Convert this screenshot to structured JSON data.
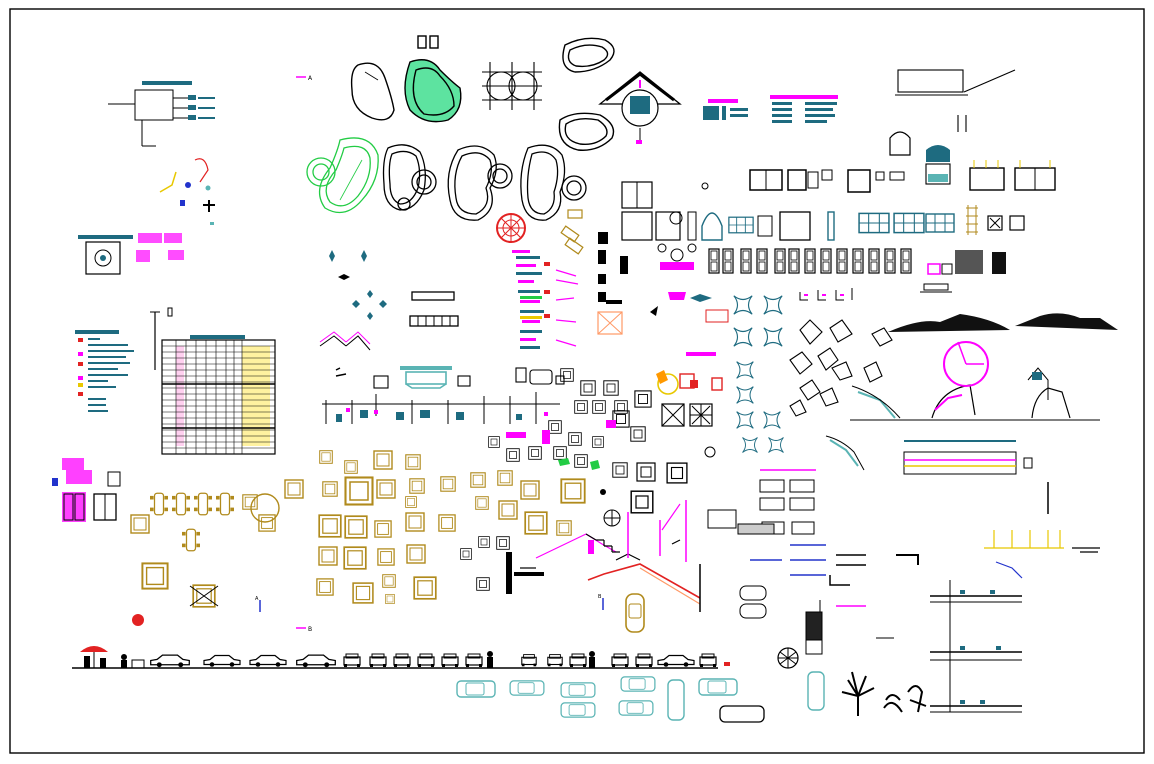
{
  "drawing": {
    "kind": "CAD block library sheet",
    "section_markers": [
      "A",
      "B",
      "A",
      "B"
    ]
  },
  "palette": {
    "frame": "#000000",
    "magenta": "#ff00ff",
    "teal": "#1e6b80",
    "cyan": "#5ab4b4",
    "furniture": "#b08a1c",
    "green": "#22cc44",
    "pool_water": "#5de3a0",
    "red": "#e22222",
    "yellow": "#e8c800",
    "blue": "#2233cc",
    "black": "#000000"
  },
  "icons": [
    "swimming-pool-icon",
    "car-icon",
    "tree-icon",
    "door-icon",
    "window-icon",
    "stair-icon",
    "table-icon",
    "chair-icon",
    "sofa-icon",
    "bed-icon",
    "umbrella-icon",
    "person-icon",
    "roof-truss-icon",
    "gate-icon"
  ]
}
